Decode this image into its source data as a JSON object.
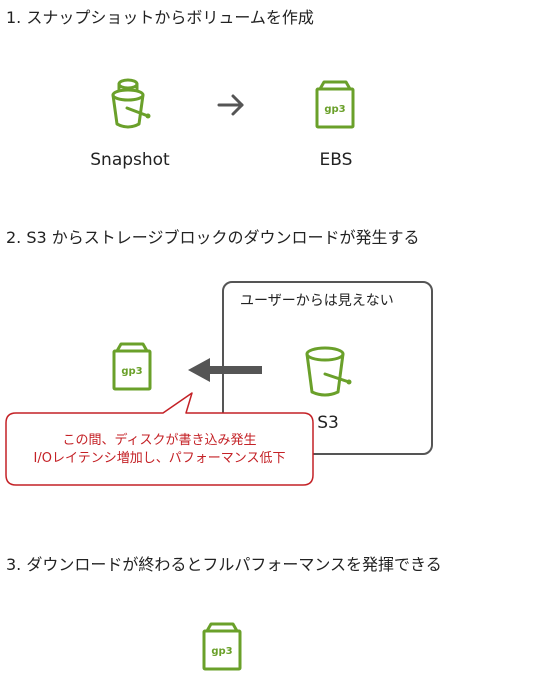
{
  "steps": [
    {
      "heading": "1. スナップショットからボリュームを作成"
    },
    {
      "heading": "2. S3 からストレージブロックのダウンロードが発生する"
    },
    {
      "heading": "3. ダウンロードが終わるとフルパフォーマンスを発揮できる"
    }
  ],
  "step1": {
    "source_label": "Snapshot",
    "target_label": "EBS",
    "volume_tag": "gp3"
  },
  "step2": {
    "group_title": "ユーザーからは見えない",
    "s3_label": "S3",
    "volume_tag": "gp3",
    "callout_line1": "この間、ディスクが書き込み発生",
    "callout_line2": "I/Oレイテンシ増加し、パフォーマンス低下"
  },
  "step3": {
    "volume_tag": "gp3"
  },
  "colors": {
    "icon_green": "#6aa02a",
    "callout_red": "#c42126",
    "arrow_gray": "#555555"
  },
  "icons": [
    "s3-bucket-icon",
    "ebs-volume-icon",
    "right-arrow-icon",
    "left-thick-arrow-icon"
  ]
}
